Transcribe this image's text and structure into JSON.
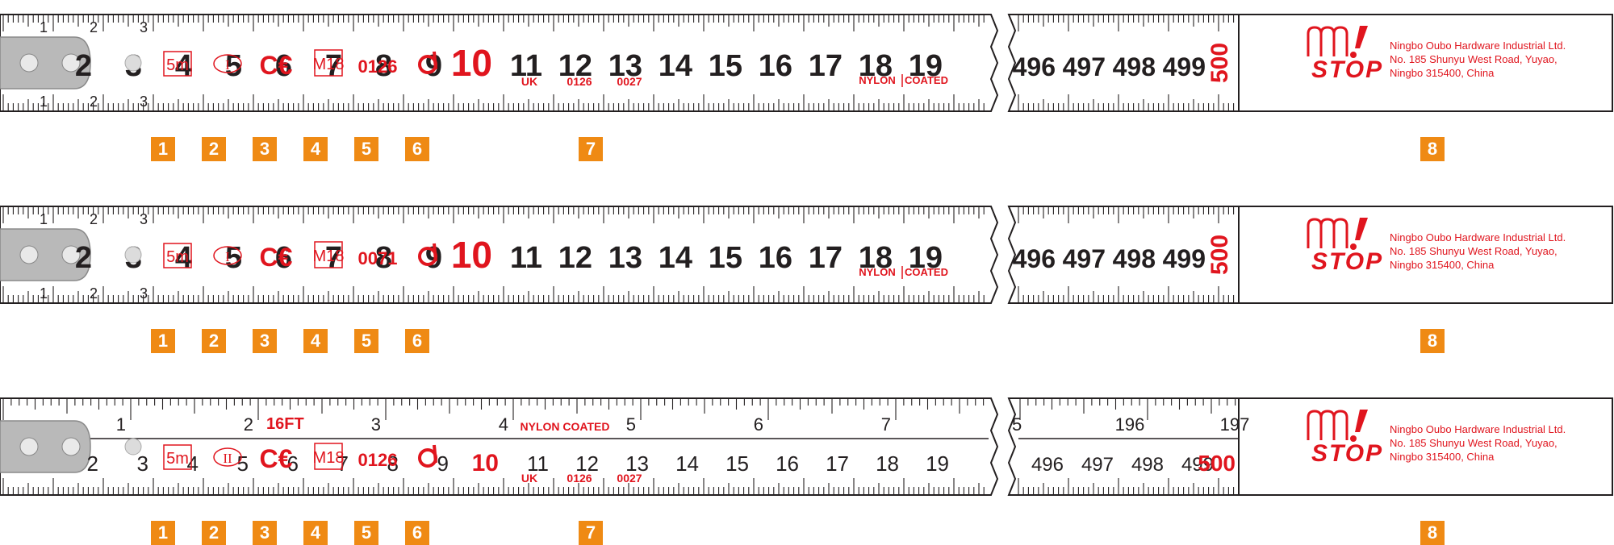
{
  "colors": {
    "accent_red": "#e0151e",
    "badge_orange": "#ef8a14",
    "tape_ink": "#231f20",
    "hook_grey": "#b9b9b9"
  },
  "tapes": [
    {
      "type": "metric",
      "top_left_marks": [
        "1",
        "2",
        "3"
      ],
      "bottom_left_marks": [
        "1",
        "2",
        "3"
      ],
      "main_numbers": [
        "2",
        "3",
        "4",
        "5",
        "6",
        "7",
        "8",
        "9",
        "10",
        "11",
        "12",
        "13",
        "14",
        "15",
        "16",
        "17",
        "18",
        "19"
      ],
      "red_numbers": [
        "10"
      ],
      "marks": {
        "length_box": "5m",
        "accuracy_class": "I",
        "conformity": "C€",
        "metrology": "M18",
        "notified_body": "0126",
        "double_d": "d"
      },
      "sub_labels": [
        {
          "text": "UK",
          "at": "11"
        },
        {
          "text": "0126",
          "at": "12"
        },
        {
          "text": "0027",
          "at": "13"
        }
      ],
      "nylon": {
        "left": "NYLON",
        "right": "COATED"
      },
      "end_numbers": [
        "496",
        "497",
        "498",
        "499"
      ],
      "end_red": "500",
      "stop_word": "STOP",
      "address": [
        "Ningbo Oubo Hardware Industrial Ltd.",
        "No. 185 Shunyu West Road, Yuyao,",
        "Ningbo 315400, China"
      ],
      "badges": [
        "1",
        "2",
        "3",
        "4",
        "5",
        "6",
        "7",
        "8"
      ]
    },
    {
      "type": "metric",
      "top_left_marks": [
        "1",
        "2",
        "3"
      ],
      "bottom_left_marks": [
        "1",
        "2",
        "3"
      ],
      "main_numbers": [
        "2",
        "3",
        "4",
        "5",
        "6",
        "7",
        "8",
        "9",
        "10",
        "11",
        "12",
        "13",
        "14",
        "15",
        "16",
        "17",
        "18",
        "19"
      ],
      "red_numbers": [
        "10"
      ],
      "marks": {
        "length_box": "5m",
        "accuracy_class": "I",
        "conformity": "C€",
        "metrology": "M18",
        "notified_body": "0071",
        "double_d": "d"
      },
      "sub_labels": [],
      "nylon": {
        "left": "NYLON",
        "right": "COATED"
      },
      "end_numbers": [
        "496",
        "497",
        "498",
        "499"
      ],
      "end_red": "500",
      "stop_word": "STOP",
      "address": [
        "Ningbo Oubo Hardware Industrial Ltd.",
        "No. 185 Shunyu West Road, Yuyao,",
        "Ningbo 315400, China"
      ],
      "badges": [
        "1",
        "2",
        "3",
        "4",
        "5",
        "6",
        "8"
      ]
    },
    {
      "type": "dual",
      "inch_numbers": [
        "1",
        "2",
        "3",
        "4",
        "5",
        "6",
        "7"
      ],
      "ft_label": "16FT",
      "nylon_coated": "NYLON COATED",
      "main_numbers": [
        "2",
        "3",
        "4",
        "5",
        "6",
        "7",
        "8",
        "9",
        "10",
        "11",
        "12",
        "13",
        "14",
        "15",
        "16",
        "17",
        "18",
        "19"
      ],
      "red_numbers": [
        "10"
      ],
      "marks": {
        "length_box": "5m",
        "accuracy_class": "II",
        "conformity": "C€",
        "metrology": "M18",
        "notified_body": "0126",
        "double_d": "d"
      },
      "sub_labels": [
        {
          "text": "UK",
          "at": "11"
        },
        {
          "text": "0126",
          "at": "12"
        },
        {
          "text": "0027",
          "at": "13"
        }
      ],
      "end_inch": {
        "left": "5",
        "mid": "196",
        "right": "197"
      },
      "end_numbers": [
        "496",
        "497",
        "498",
        "499"
      ],
      "end_red": "500",
      "stop_word": "STOP",
      "address": [
        "Ningbo Oubo Hardware Industrial Ltd.",
        "No. 185 Shunyu West Road, Yuyao,",
        "Ningbo 315400, China"
      ],
      "badges": [
        "1",
        "2",
        "3",
        "4",
        "5",
        "6",
        "7",
        "8"
      ]
    }
  ]
}
